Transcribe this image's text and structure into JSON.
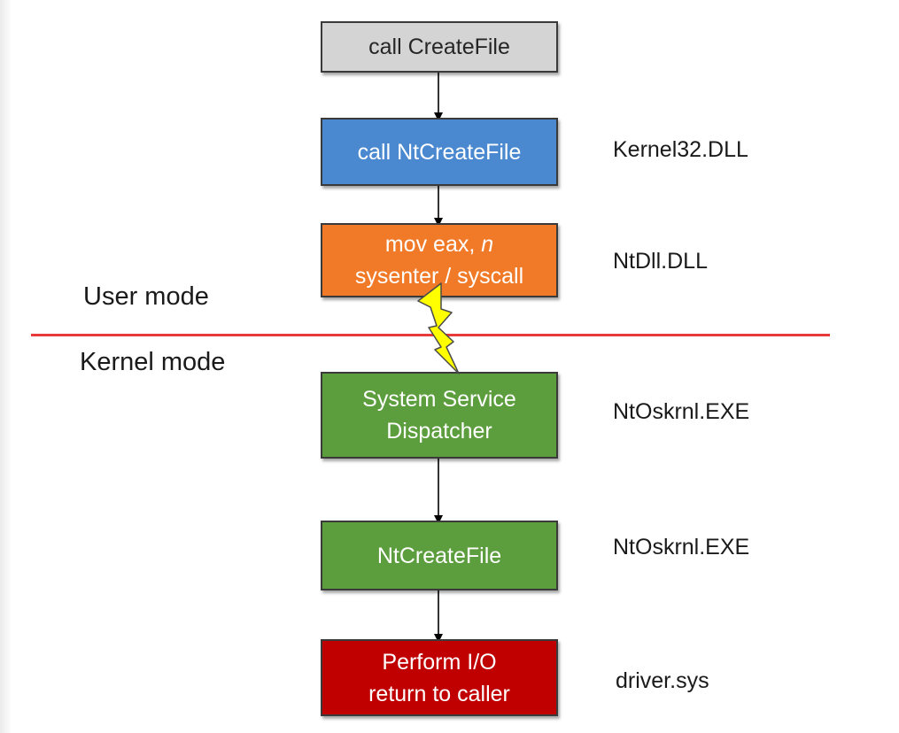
{
  "boxes": {
    "create_file_call": {
      "label": "call CreateFile"
    },
    "nt_create_file_call": {
      "label": "call NtCreateFile"
    },
    "syscall_stub": {
      "line1_text": "mov eax, ",
      "line1_var": "n",
      "line2": "sysenter / syscall"
    },
    "system_service_dispatcher": {
      "line1": "System Service",
      "line2": "Dispatcher"
    },
    "nt_create_file": {
      "label": "NtCreateFile"
    },
    "perform_io": {
      "line1": "Perform I/O",
      "line2": "return to caller"
    }
  },
  "modules": {
    "kernel32": "Kernel32.DLL",
    "ntdll": "NtDll.DLL",
    "ntoskrnl_dispatcher": "NtOskrnl.EXE",
    "ntoskrnl_create": "NtOskrnl.EXE",
    "driver": "driver.sys"
  },
  "modes": {
    "user": "User mode",
    "kernel": "Kernel mode"
  },
  "colors": {
    "gray": "#d4d4d4",
    "blue": "#4a88cf",
    "orange": "#f17a28",
    "green": "#5c9e3e",
    "red": "#c00000",
    "divider": "#e83a3a",
    "bolt_fill": "#ffff00"
  },
  "icons": {
    "transition": "lightning-bolt-icon"
  }
}
